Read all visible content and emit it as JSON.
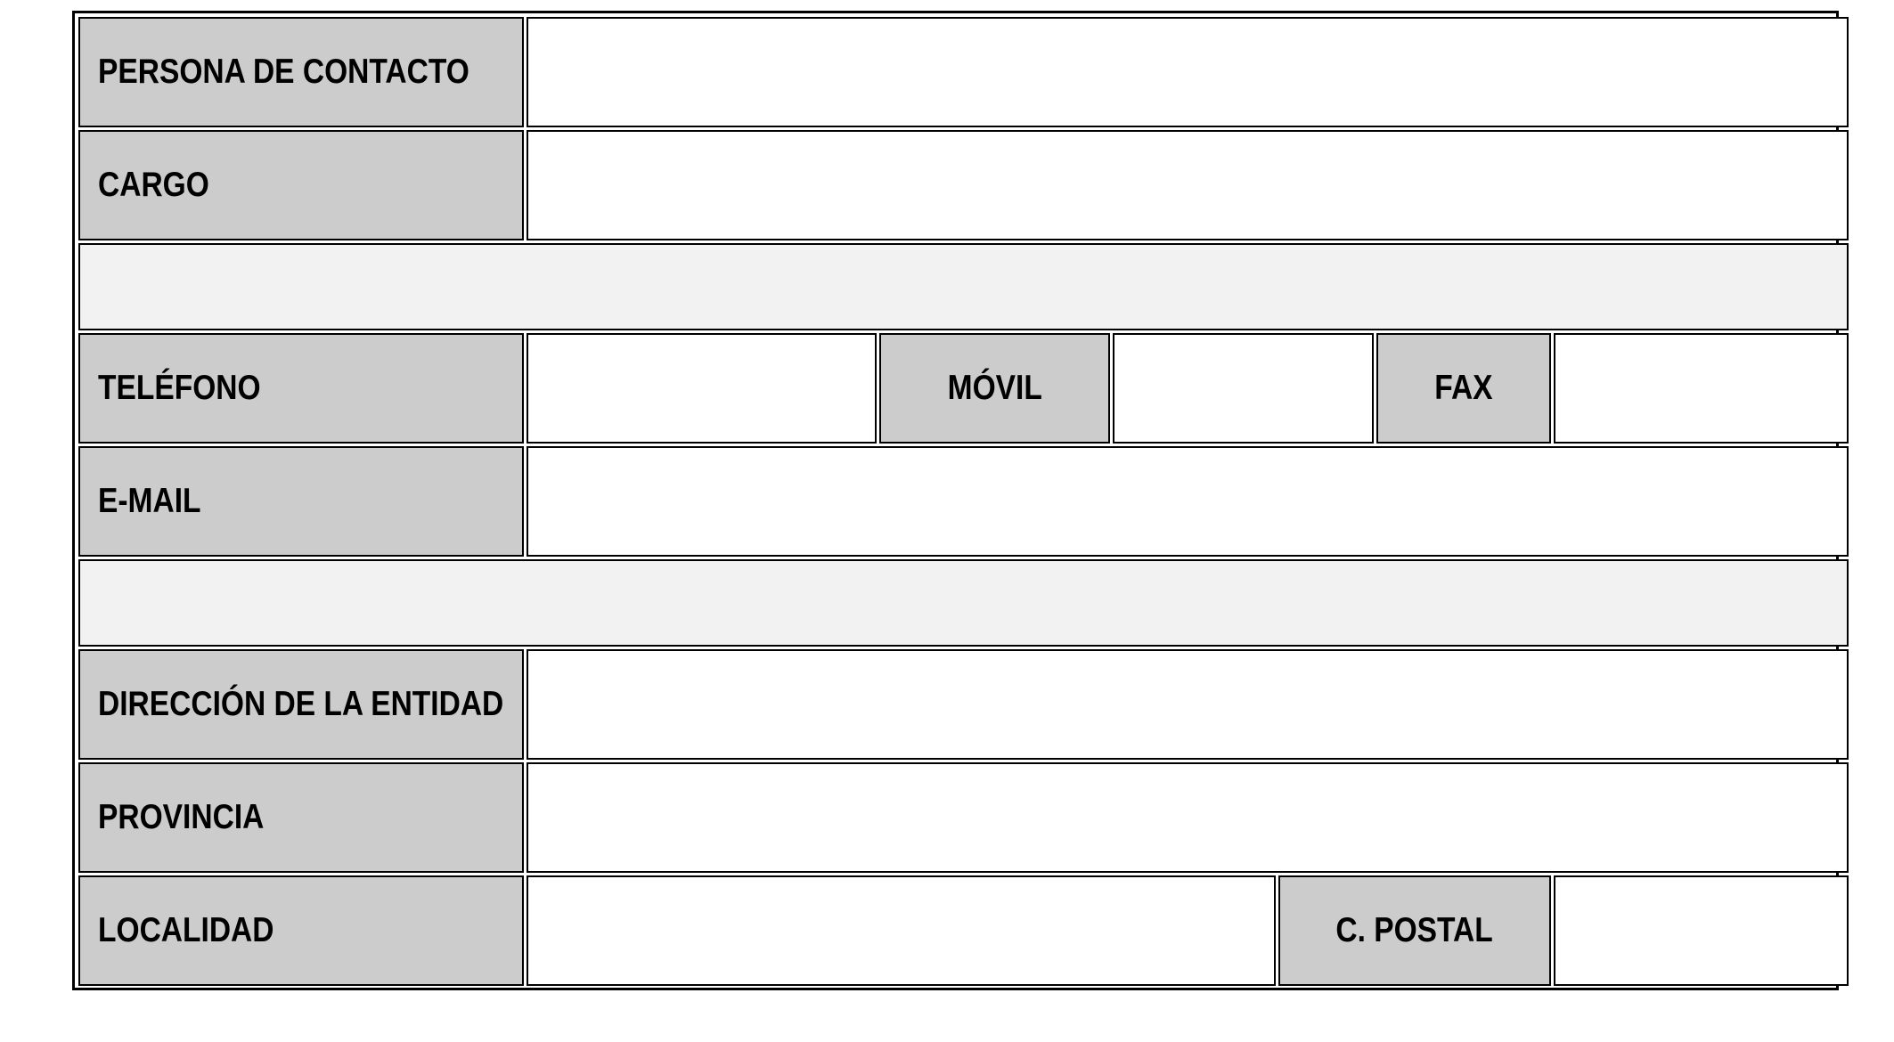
{
  "form": {
    "contact_person": {
      "label": "PERSONA DE CONTACTO",
      "value": ""
    },
    "position": {
      "label": "CARGO",
      "value": ""
    },
    "phone": {
      "label": "TELÉFONO",
      "value": ""
    },
    "mobile": {
      "label": "MÓVIL",
      "value": ""
    },
    "fax": {
      "label": "FAX",
      "value": ""
    },
    "email": {
      "label": "E-MAIL",
      "value": ""
    },
    "address": {
      "label": "DIRECCIÓN DE LA ENTIDAD",
      "value": ""
    },
    "province": {
      "label": "PROVINCIA",
      "value": ""
    },
    "locality": {
      "label": "LOCALIDAD",
      "value": ""
    },
    "postal_code": {
      "label": "C. POSTAL",
      "value": ""
    }
  },
  "colors": {
    "label_background": "#cccccc",
    "spacer_background": "#f2f2f2",
    "field_background": "#ffffff",
    "border": "#000000"
  }
}
